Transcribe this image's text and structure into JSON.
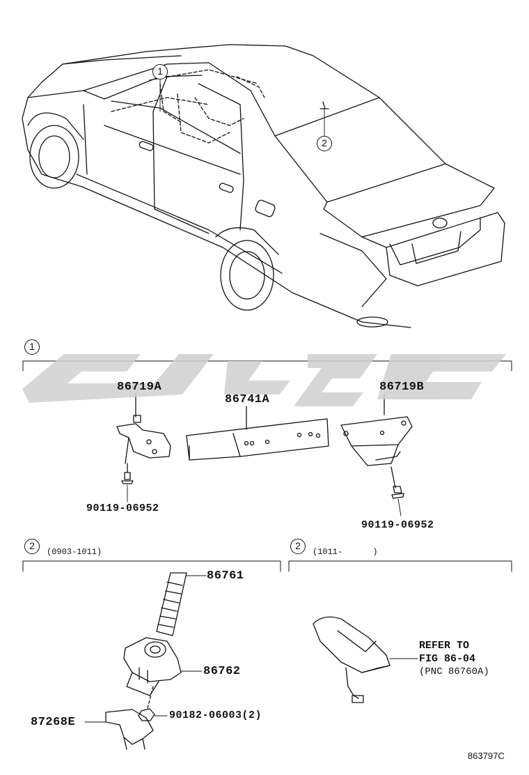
{
  "callouts": {
    "overview_1": "1",
    "overview_2": "2",
    "section_1": "1",
    "section_2a": "2",
    "section_2b": "2"
  },
  "section_dates": {
    "section_2a": "(0903-1011)",
    "section_2b": "(1011-      )"
  },
  "parts": {
    "p86719A": "86719A",
    "p86741A": "86741A",
    "p86719B": "86719B",
    "bolt_left": "90119-06952",
    "bolt_right": "90119-06952",
    "p86761": "86761",
    "p86762": "86762",
    "p87268E": "87268E",
    "nut": "90182-06003(2)"
  },
  "refer_note": {
    "line1": "REFER TO",
    "line2": "FIG 86-04",
    "line3": "(PNC 86760A)"
  },
  "figure_number": "863797C",
  "colors": {
    "line": "#111111",
    "watermark": "#d0d0d0"
  }
}
